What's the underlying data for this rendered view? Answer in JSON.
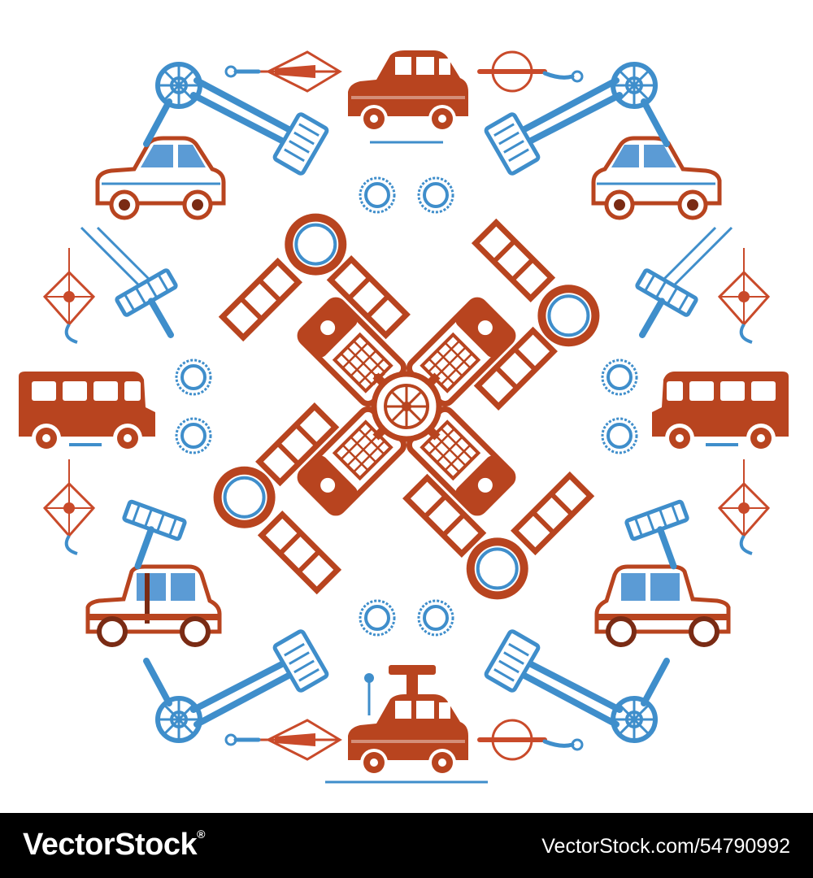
{
  "image": {
    "kind": "stock illustration",
    "subject": "toy cars and robotic arms in a circular arrangement",
    "palette": {
      "red": "#b8441f",
      "blue": "#3f8ecb",
      "background": "#ffffff",
      "footer": "#000000"
    }
  },
  "footer": {
    "brand": "VectorStock",
    "registered": "®",
    "stock_id": "VectorStock.com/54790992"
  }
}
